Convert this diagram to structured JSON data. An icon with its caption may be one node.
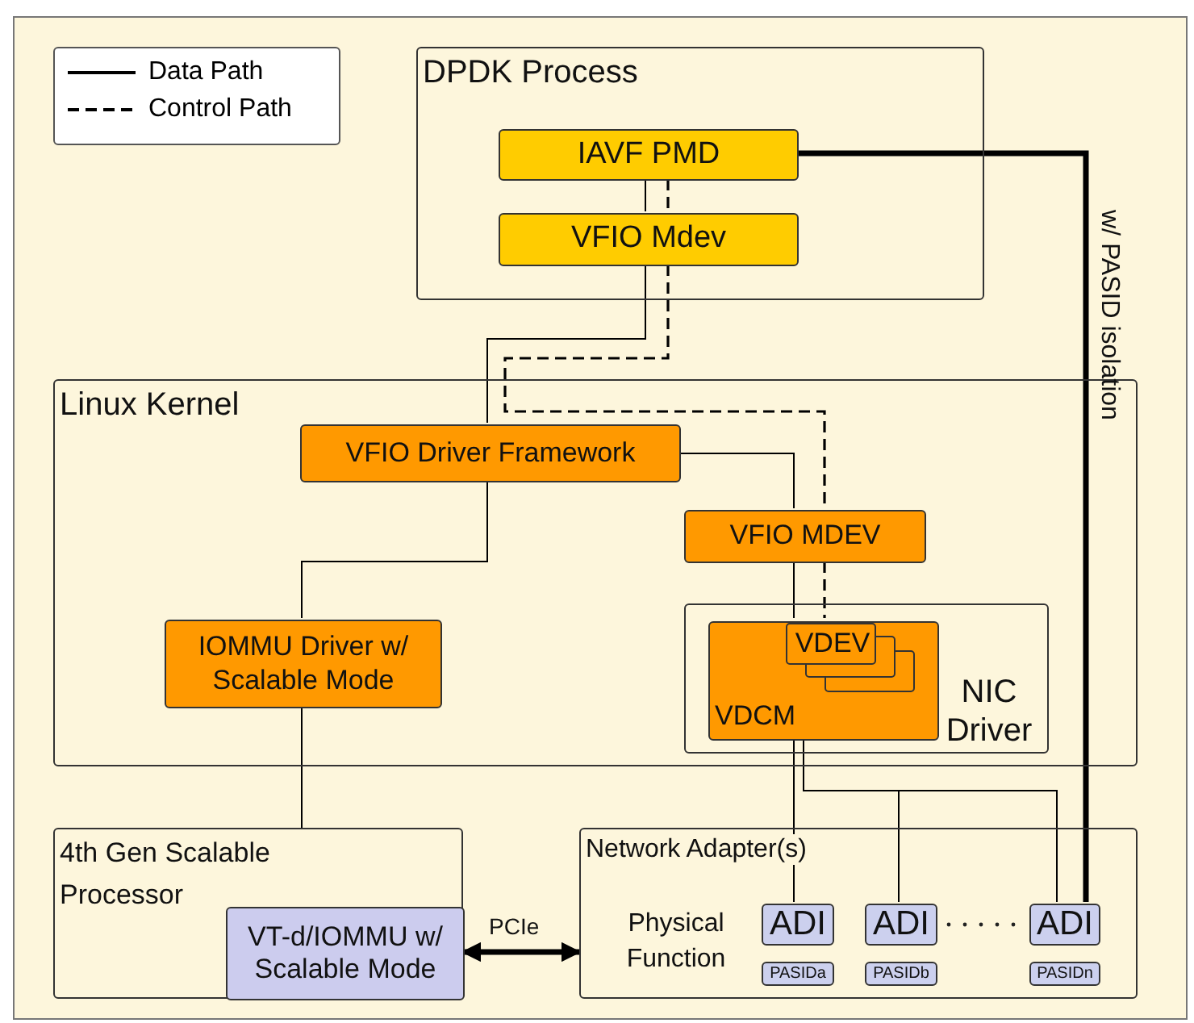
{
  "diagram": {
    "nodes": [
      {
        "text": [
          "DPDK Process"
        ]
      },
      {
        "text": [
          "IAVF PMD"
        ],
        "in": 0
      },
      {
        "text": [
          "VFIO Mdev"
        ],
        "in": 0
      },
      {
        "text": [
          "Linux Kernel"
        ]
      },
      {
        "text": [
          "VFIO Driver Framework"
        ],
        "in": 3
      },
      {
        "text": [
          "VFIO MDEV"
        ],
        "in": 3
      },
      {
        "text": [
          "IOMMU Driver w/ Scalable Mode"
        ],
        "in": 3
      },
      {
        "text": [
          "NIC Driver"
        ],
        "in": 3
      },
      {
        "text": [
          "VDCM"
        ],
        "in": 7
      },
      {
        "text": [
          "VDEV"
        ],
        "in": 8
      },
      {
        "text": [
          "4th Gen Scalable Processor"
        ]
      },
      {
        "text": [
          "VT-d/IOMMU w/ Scalable Mode"
        ],
        "in": 10
      },
      {
        "text": [
          "Network Adapter(s)",
          "Physical Function"
        ]
      },
      {
        "text": [
          "ADI"
        ],
        "in": 12
      },
      {
        "text": [
          "ADI"
        ],
        "in": 12
      },
      {
        "text": [
          "ADI"
        ],
        "in": 12
      },
      {
        "text": [
          "PASIDa"
        ],
        "in": 12
      },
      {
        "text": [
          "PASIDb"
        ],
        "in": 12
      },
      {
        "text": [
          "PASIDn"
        ],
        "in": 12
      }
    ],
    "edges": [
      {
        "from": 1,
        "to": 2,
        "arrow": "none"
      },
      {
        "from": 1,
        "to": 2,
        "arrow": "none",
        "style": "dashed"
      },
      {
        "from": 2,
        "to": 4,
        "arrow": "none"
      },
      {
        "from": 2,
        "to": 5,
        "arrow": "none",
        "style": "dashed"
      },
      {
        "from": 4,
        "to": 5,
        "arrow": "none"
      },
      {
        "from": 5,
        "to": 9,
        "arrow": "none"
      },
      {
        "from": 8,
        "to": 13,
        "arrow": "none"
      },
      {
        "from": 8,
        "to": 14,
        "arrow": "none"
      },
      {
        "from": 8,
        "to": 15,
        "arrow": "none"
      },
      {
        "from": 1,
        "to": 15,
        "arrow": "none",
        "style": "thick",
        "label": "w/ PASID isolation"
      },
      {
        "from": 4,
        "to": 6,
        "arrow": "none"
      },
      {
        "from": 6,
        "to": 10,
        "arrow": "none"
      },
      {
        "from": 11,
        "to": 12,
        "arrow": "both",
        "style": "thick",
        "label": "PCIe"
      },
      {
        "from": 5,
        "to": 9,
        "arrow": "none",
        "style": "dashed"
      }
    ],
    "legend": [
      {
        "text": "Data Path"
      },
      {
        "text": "Control Path"
      }
    ]
  }
}
